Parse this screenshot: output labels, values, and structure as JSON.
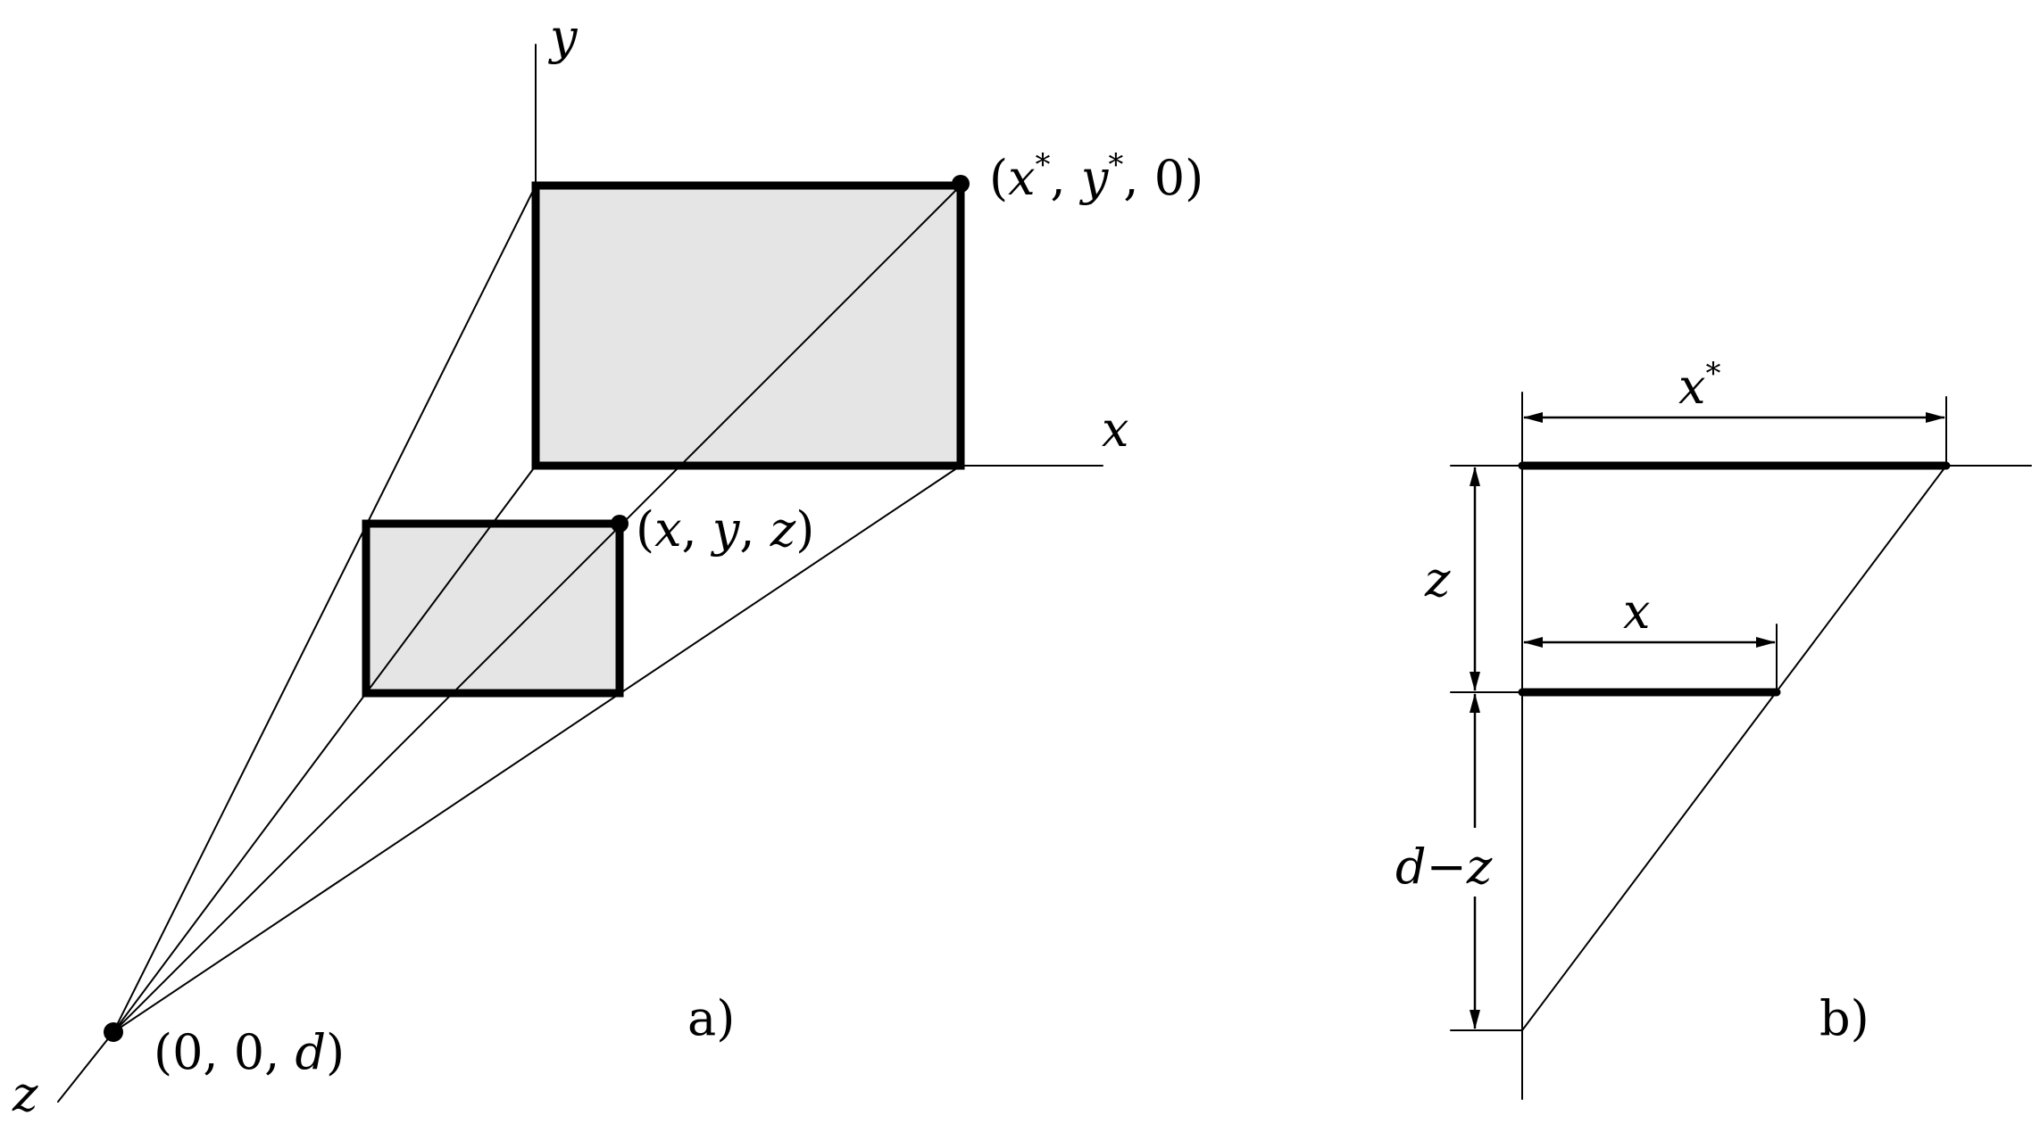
{
  "panel_a": {
    "caption": "a)",
    "axis_y": "y",
    "axis_x": "x",
    "axis_z": "z",
    "far_point": {
      "open": "(",
      "x": "x",
      "star": "*",
      "sep1": ", ",
      "y": "y",
      "close": ", 0)"
    },
    "near_point": {
      "open": "(",
      "x": "x",
      "sep1": ", ",
      "y": "y",
      "sep2": ", ",
      "z": "z",
      "close": ")"
    },
    "eye_point": {
      "open": "(0, 0, ",
      "d": "d",
      "close": ")"
    }
  },
  "panel_b": {
    "caption": "b)",
    "dim_top": {
      "x": "x",
      "star": "*"
    },
    "dim_mid": "x",
    "dim_z": "z",
    "dim_dz": {
      "d": "d",
      "minus": "−",
      "z": "z"
    }
  }
}
